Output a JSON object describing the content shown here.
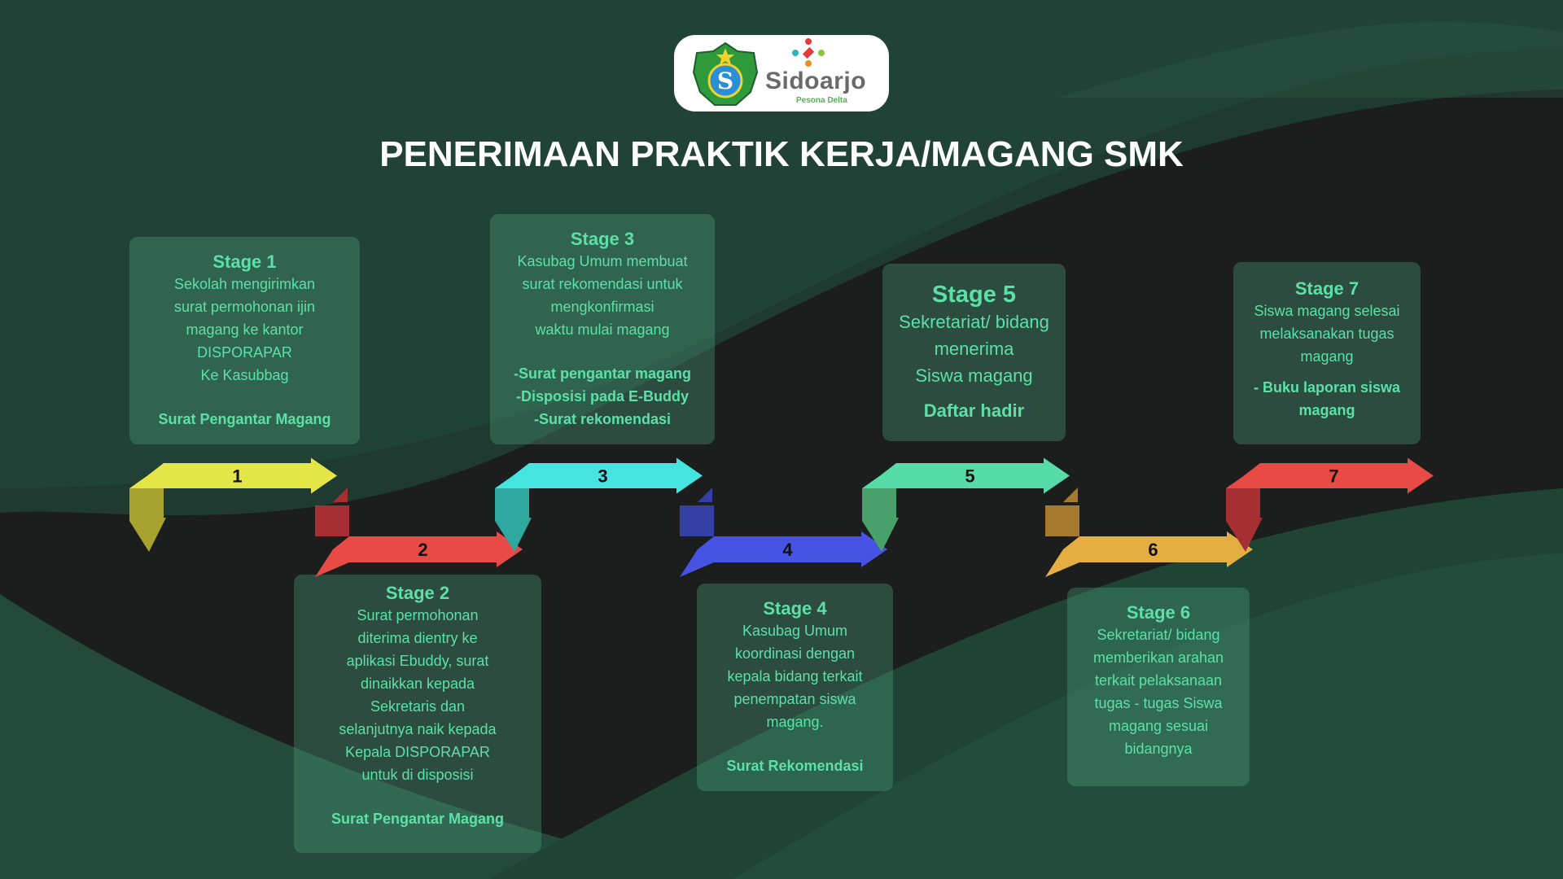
{
  "logo": {
    "brand": "Sidoarjo",
    "tagline": "Pesona Delta"
  },
  "title": "PENERIMAAN PRAKTIK KERJA/MAGANG SMK",
  "stages": [
    {
      "title": "Stage 1",
      "lines": [
        "Sekolah mengirimkan",
        "surat permohonan ijin",
        "magang ke kantor",
        "DISPORAPAR",
        "Ke Kasubbag"
      ],
      "bold": [
        "Surat Pengantar Magang"
      ]
    },
    {
      "title": "Stage 2",
      "lines": [
        "Surat permohonan",
        "diterima dientry ke",
        "aplikasi Ebuddy, surat",
        "dinaikkan kepada",
        "Sekretaris dan",
        "selanjutnya naik kepada",
        "Kepala DISPORAPAR",
        "untuk di disposisi"
      ],
      "bold": [
        "Surat Pengantar Magang"
      ]
    },
    {
      "title": "Stage 3",
      "lines": [
        "Kasubag Umum membuat",
        "surat rekomendasi untuk",
        "mengkonfirmasi",
        "waktu mulai magang"
      ],
      "bold": [
        "-Surat pengantar magang",
        "-Disposisi pada E-Buddy",
        "-Surat rekomendasi"
      ]
    },
    {
      "title": "Stage 4",
      "lines": [
        "Kasubag Umum",
        "koordinasi dengan",
        "kepala bidang terkait",
        "penempatan siswa",
        "magang."
      ],
      "bold": [
        "Surat Rekomendasi"
      ]
    },
    {
      "title": "Stage 5",
      "lines": [
        "Sekretariat/ bidang",
        "menerima",
        "Siswa magang"
      ],
      "bold": [
        "Daftar hadir"
      ]
    },
    {
      "title": "Stage 6",
      "lines": [
        "Sekretariat/ bidang",
        "memberikan arahan",
        "terkait pelaksanaan",
        "tugas - tugas Siswa",
        "magang sesuai",
        "bidangnya"
      ],
      "bold": []
    },
    {
      "title": "Stage 7",
      "lines": [
        "Siswa magang selesai",
        "melaksanakan tugas",
        "magang"
      ],
      "bold": [
        "-    Buku laporan siswa",
        "magang"
      ]
    }
  ],
  "arrows": [
    {
      "label": "1",
      "color": "#e3e646",
      "dark": "#a8a22f"
    },
    {
      "label": "2",
      "color": "#e84a45",
      "dark": "#a52f32"
    },
    {
      "label": "3",
      "color": "#45e4e0",
      "dark": "#2fa8a0"
    },
    {
      "label": "4",
      "color": "#4753e3",
      "dark": "#3440a4"
    },
    {
      "label": "5",
      "color": "#56dca8",
      "dark": "#48a06a"
    },
    {
      "label": "6",
      "color": "#e5ae42",
      "dark": "#a67a2f"
    },
    {
      "label": "7",
      "color": "#e84a45",
      "dark": "#a52f32"
    }
  ]
}
